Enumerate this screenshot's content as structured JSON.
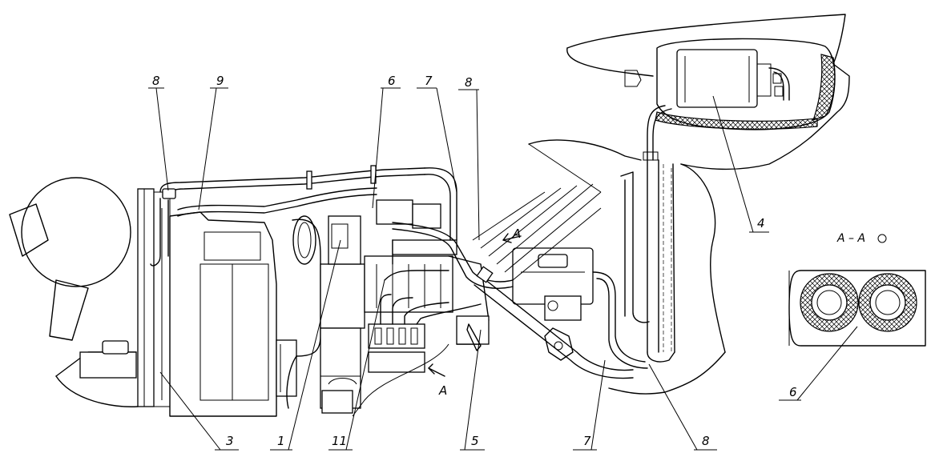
{
  "callouts": [
    {
      "id": "c8a",
      "text": "8"
    },
    {
      "id": "c9",
      "text": "9"
    },
    {
      "id": "c6a",
      "text": "6"
    },
    {
      "id": "c7a",
      "text": "7"
    },
    {
      "id": "c8b",
      "text": "8"
    },
    {
      "id": "c4",
      "text": "4"
    },
    {
      "id": "c3",
      "text": "3"
    },
    {
      "id": "c1",
      "text": "1"
    },
    {
      "id": "c11",
      "text": "11"
    },
    {
      "id": "c5",
      "text": "5"
    },
    {
      "id": "c7b",
      "text": "7"
    },
    {
      "id": "c8c",
      "text": "8"
    },
    {
      "id": "c6b",
      "text": "6"
    }
  ],
  "section": {
    "title": "А – А",
    "mark_top": "А",
    "mark_bottom": "А"
  }
}
